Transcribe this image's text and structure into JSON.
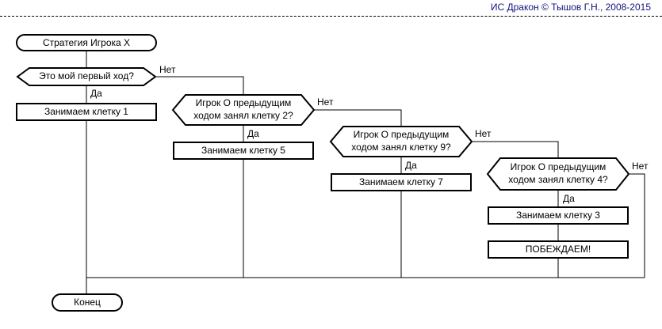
{
  "header": {
    "credit": "ИС Дракон © Тышов Г.Н., 2008-2015"
  },
  "labels": {
    "yes": "Да",
    "no": "Нет"
  },
  "flowchart": {
    "start": "Стратегия Игрока X",
    "end": "Конец",
    "decisions": [
      {
        "text": "Это мой первый ход?"
      },
      {
        "text": "Игрок О предыдущим ходом занял клетку 2?"
      },
      {
        "text": "Игрок О предыдущим ходом занял клетку 9?"
      },
      {
        "text": "Игрок О предыдущим ходом занял клетку 4?"
      }
    ],
    "actions": [
      {
        "text": "Занимаем клетку 1"
      },
      {
        "text": "Занимаем клетку 5"
      },
      {
        "text": "Занимаем клетку 7"
      },
      {
        "text": "Занимаем клетку 3"
      },
      {
        "text": "ПОБЕЖДАЕМ!"
      }
    ]
  },
  "colors": {
    "credit": "#13137d",
    "line": "#000000",
    "node_fill": "#ffffff",
    "background": "#ffffff"
  }
}
